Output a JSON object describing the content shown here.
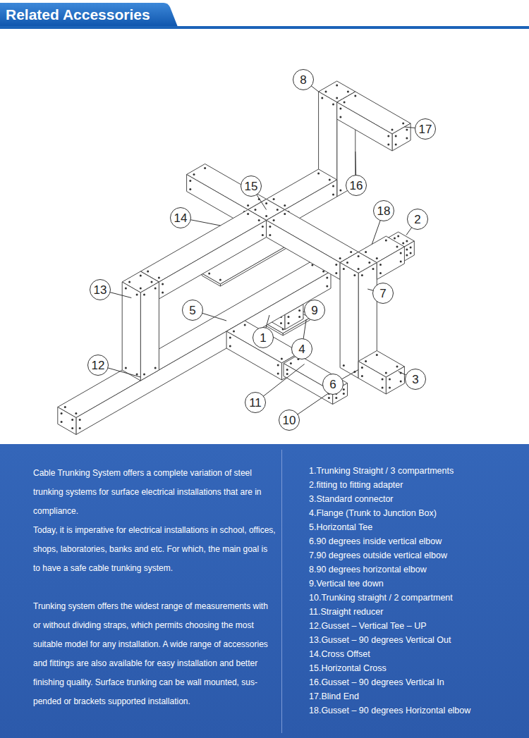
{
  "diagram": {
    "title": "Related Accessories",
    "nodes": [
      {
        "text": [
          "8"
        ]
      },
      {
        "text": [
          "17"
        ]
      },
      {
        "text": [
          "15"
        ]
      },
      {
        "text": [
          "16"
        ]
      },
      {
        "text": [
          "14"
        ]
      },
      {
        "text": [
          "18"
        ]
      },
      {
        "text": [
          "2"
        ]
      },
      {
        "text": [
          "13"
        ]
      },
      {
        "text": [
          "7"
        ]
      },
      {
        "text": [
          "5"
        ]
      },
      {
        "text": [
          "9"
        ]
      },
      {
        "text": [
          "1"
        ]
      },
      {
        "text": [
          "4"
        ]
      },
      {
        "text": [
          "12"
        ]
      },
      {
        "text": [
          "6"
        ]
      },
      {
        "text": [
          "3"
        ]
      },
      {
        "text": [
          "11"
        ]
      },
      {
        "text": [
          "10"
        ]
      },
      {
        "text": [
          "Cable Trunking System offers a complete variation of steel trunking systems for surface electrical installations that are in compliance.",
          "Today, it is imperative for electrical installations in school, offices, shops, laboratories, banks and etc. For which, the main goal is to have a safe cable trunking system.",
          "Trunking system offers the widest range of measurements with or without dividing straps, which permits choosing the most suitable model for any installation. A wide range of accessories and fittings are also available for easy installation and better finishing quality. Surface trunking can be wall mounted, sus-pended or brackets supported installation.",
          "1.Trunking Straight / 3 compartments",
          "2.fitting to fitting adapter",
          "3.Standard connector",
          "4.Flange (Trunk to Junction Box)",
          "5.Horizontal Tee",
          "6.90 degrees inside vertical elbow",
          "7.90 degrees outside vertical elbow",
          "8.90 degrees horizontal elbow",
          "9.Vertical tee down",
          "10.Trunking straight / 2 compartment",
          "11.Straight reducer",
          "12.Gusset – Vertical Tee – UP",
          "13.Gusset – 90 degrees Vertical Out",
          "14.Cross Offset",
          "15.Horizontal Cross",
          "16.Gusset – 90 degrees Vertical In",
          "17.Blind End",
          "18.Gusset – 90 degrees Horizontal elbow"
        ]
      }
    ]
  }
}
